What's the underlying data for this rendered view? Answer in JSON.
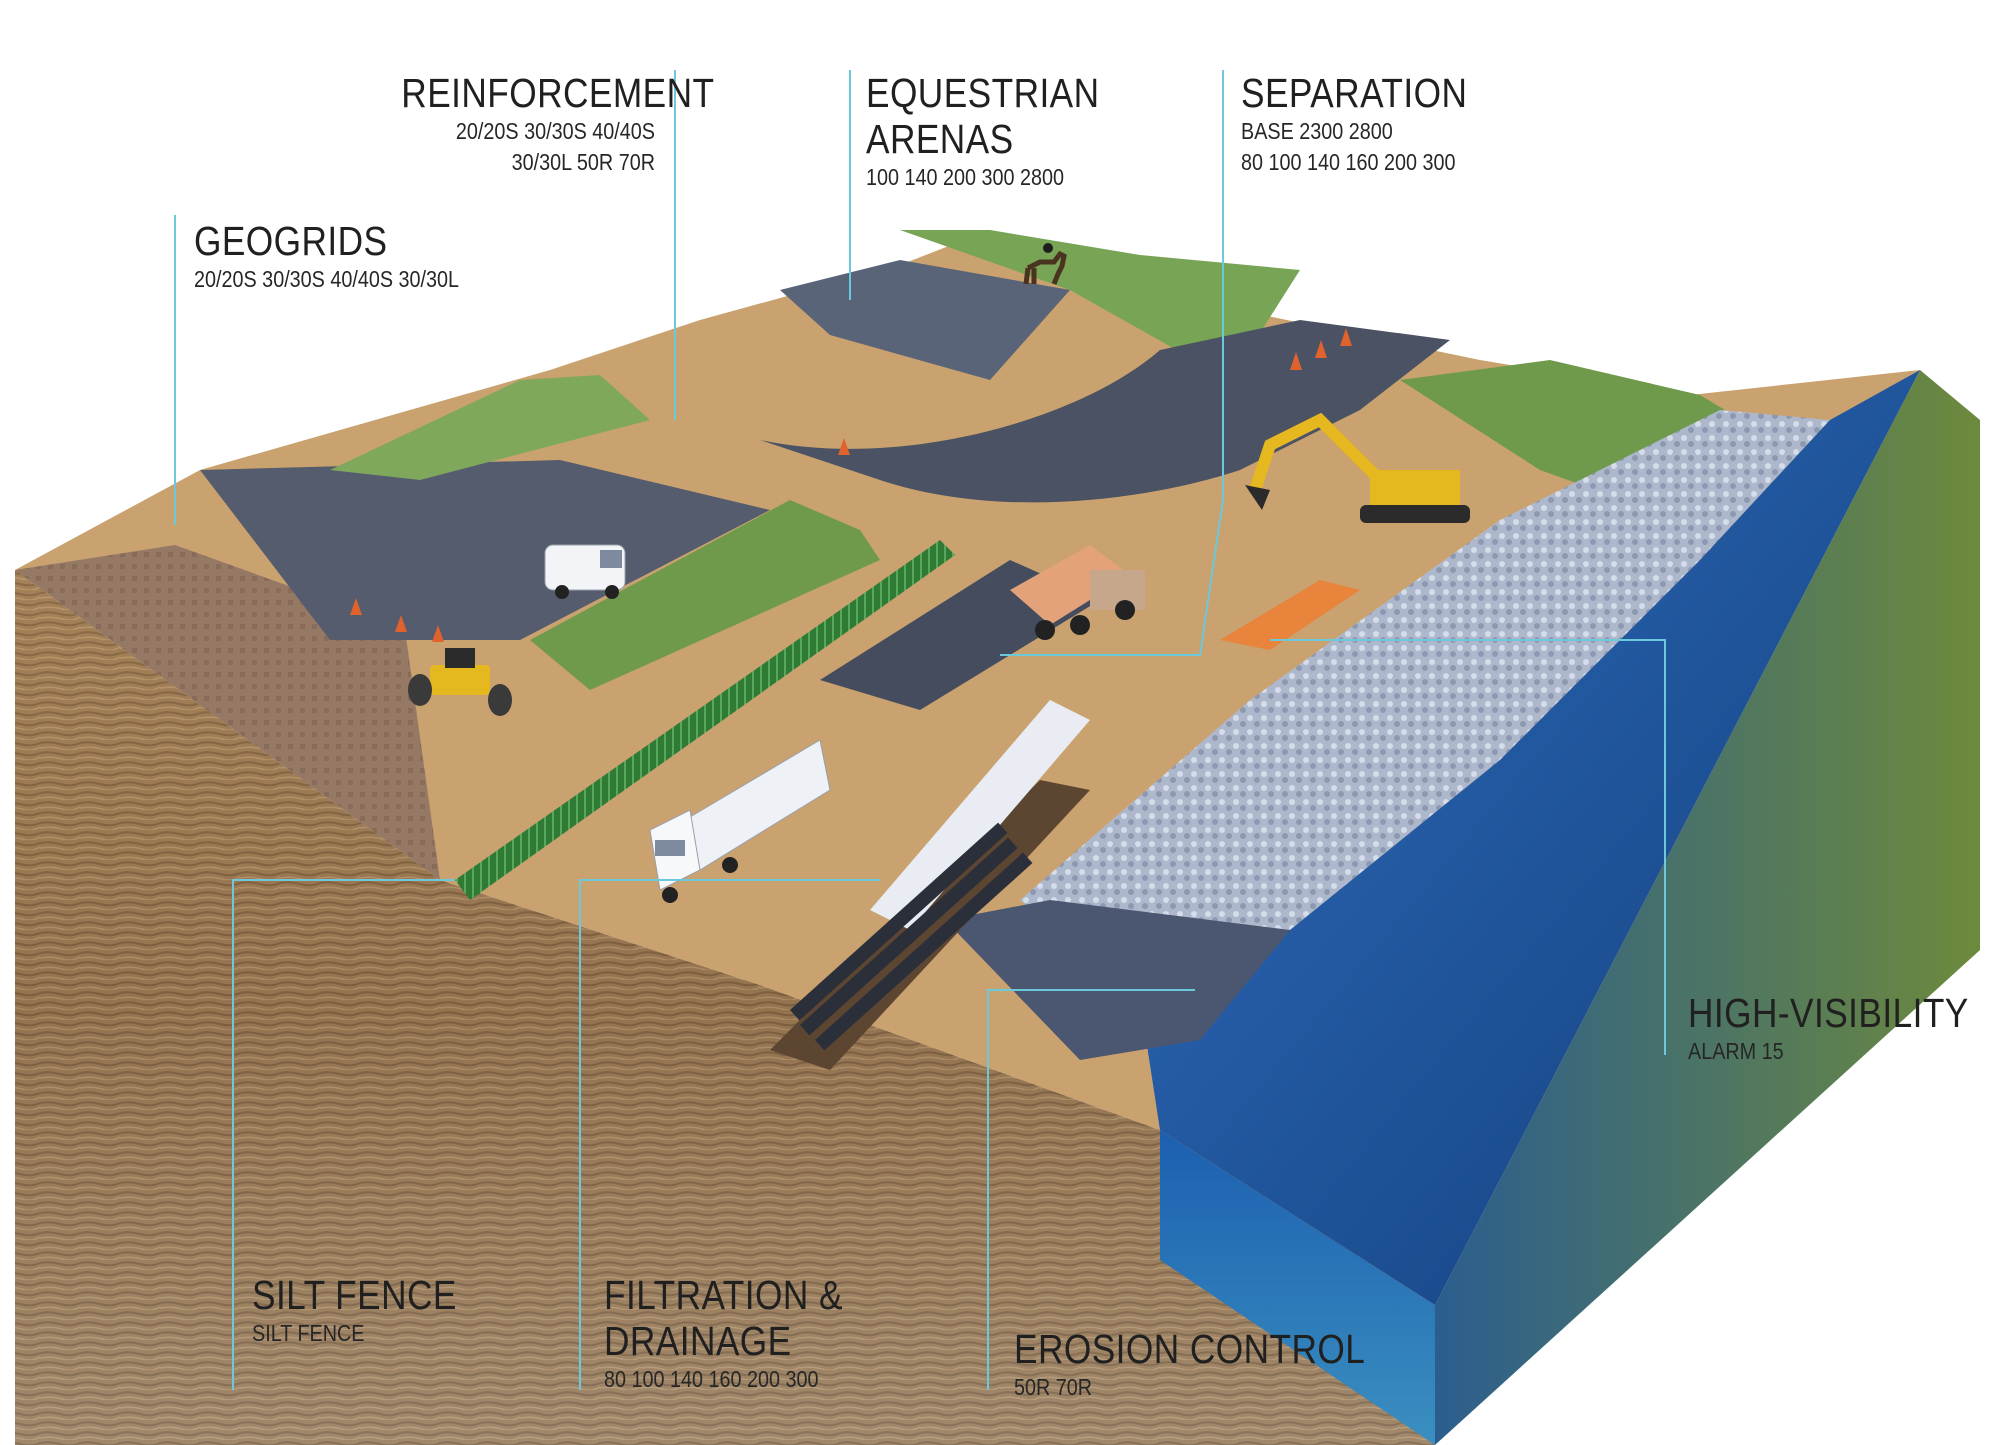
{
  "callouts": {
    "reinforcement": {
      "title": "REINFORCEMENT",
      "lines": [
        "20/20S 30/30S 40/40S",
        "30/30L 50R 70R"
      ]
    },
    "geogrids": {
      "title": "GEOGRIDS",
      "lines": [
        "20/20S 30/30S 40/40S 30/30L"
      ]
    },
    "equestrian": {
      "title_line1": "EQUESTRIAN",
      "title_line2": "ARENAS",
      "lines": [
        "100 140 200 300 2800"
      ]
    },
    "separation": {
      "title": "SEPARATION",
      "lines": [
        "BASE 2300 2800",
        "80 100 140 160 200 300"
      ]
    },
    "high_visibility": {
      "title": "HIGH-VISIBILITY",
      "lines": [
        "ALARM 15"
      ]
    },
    "silt_fence": {
      "title": "SILT FENCE",
      "lines": [
        "SILT FENCE"
      ]
    },
    "filtration": {
      "title_line1": "FILTRATION &",
      "title_line2": "DRAINAGE",
      "lines": [
        "80 100 140 160 200 300"
      ]
    },
    "erosion": {
      "title": "EROSION CONTROL",
      "lines": [
        "50R 70R"
      ]
    }
  },
  "colors": {
    "leader_line": "#6cc9dc",
    "soil": "#b99466",
    "soil_dark": "#7a5e3f",
    "grass": "#6f9a4c",
    "asphalt": "#4d5769",
    "water": "#1f5aa8",
    "water_deep": "#123c78",
    "rock": "#b9c2d6",
    "orange_mat": "#e8843c",
    "silt_fence": "#3a8a3c",
    "machine_yellow": "#e6b81f"
  },
  "icons": [
    "horse-rider-icon",
    "van-icon",
    "roller-icon",
    "dump-truck-icon",
    "excavator-icon",
    "lorry-icon",
    "traffic-cone-icon",
    "pipe-icon"
  ]
}
